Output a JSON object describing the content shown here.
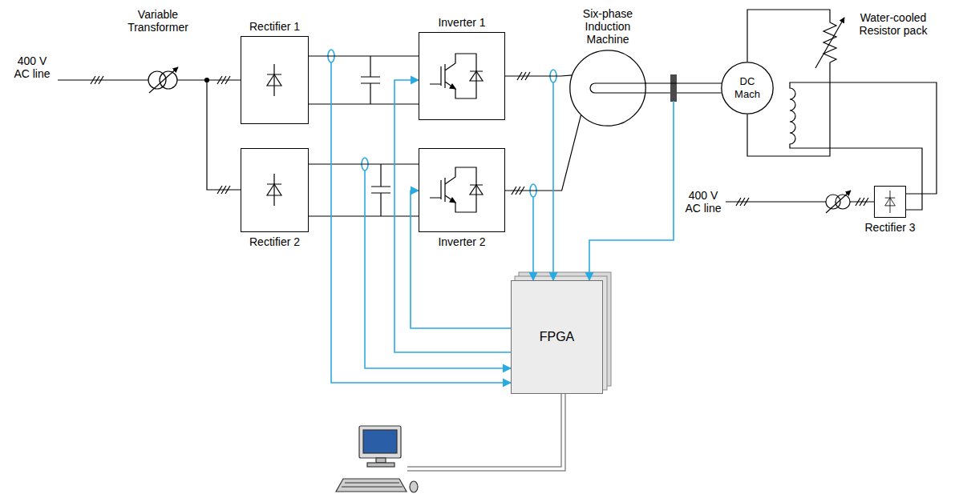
{
  "diagram": {
    "nodes": [
      {
        "text": [
          "Rectifier 1"
        ]
      },
      {
        "text": [
          "Inverter 1"
        ]
      },
      {
        "text": [
          "Six-phase Induction Machine"
        ]
      },
      {
        "text": [
          "DC Mach"
        ]
      },
      {
        "text": [
          "Rectifier 2"
        ]
      },
      {
        "text": [
          "Inverter 2"
        ]
      },
      {
        "text": [
          "Rectifier 3"
        ]
      },
      {
        "text": [
          "FPGA"
        ]
      }
    ],
    "edges": [
      {
        "from": 0,
        "to": 1,
        "arrow": "none"
      },
      {
        "from": 4,
        "to": 5,
        "arrow": "none"
      },
      {
        "from": 1,
        "to": 2,
        "arrow": "none"
      },
      {
        "from": 5,
        "to": 2,
        "arrow": "none"
      },
      {
        "from": 2,
        "to": 3,
        "arrow": "none"
      },
      {
        "from": 0,
        "to": 7,
        "arrow": "to"
      },
      {
        "from": 4,
        "to": 7,
        "arrow": "to"
      },
      {
        "from": 7,
        "to": 1,
        "arrow": "to"
      },
      {
        "from": 7,
        "to": 5,
        "arrow": "to"
      },
      {
        "from": 1,
        "to": 7,
        "arrow": "to"
      },
      {
        "from": 5,
        "to": 7,
        "arrow": "to"
      },
      {
        "from": 2,
        "to": 7,
        "arrow": "to"
      }
    ],
    "labels": [
      "400 V AC line",
      "Variable Transformer",
      "Water-cooled Resistor pack",
      "400 V AC line"
    ]
  }
}
